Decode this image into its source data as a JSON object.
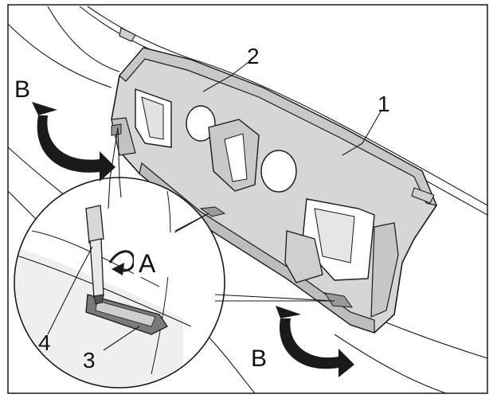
{
  "callouts": {
    "one": "1",
    "two": "2",
    "three": "3",
    "four": "4",
    "b_top": "B",
    "b_bottom": "B",
    "a_detail": "A"
  },
  "colors": {
    "part_fill": "#d6d6d6",
    "part_shadow": "#bdbdbd",
    "arrow_fill": "#1a1a1a",
    "line": "#1a1a1a"
  }
}
